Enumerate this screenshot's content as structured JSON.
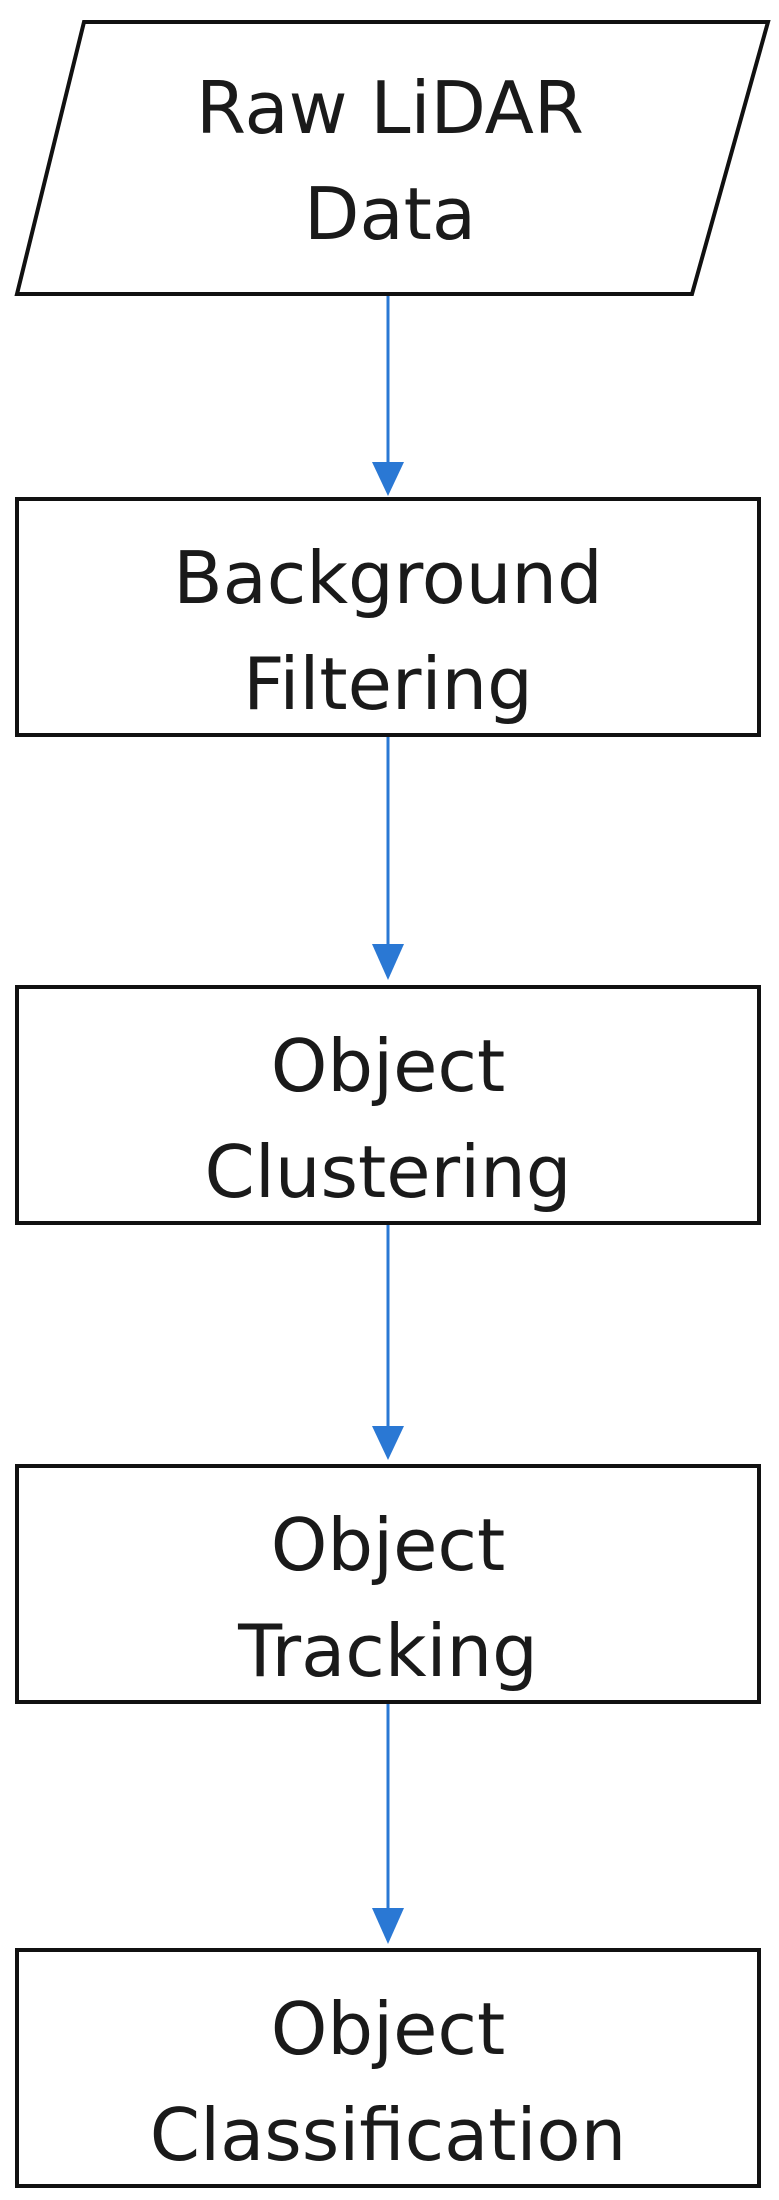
{
  "flowchart": {
    "nodes": [
      {
        "id": "raw-lidar-data",
        "shape": "parallelogram",
        "lines": [
          "Raw LiDAR",
          "Data"
        ]
      },
      {
        "id": "background-filtering",
        "shape": "rectangle",
        "lines": [
          "Background",
          "Filtering"
        ]
      },
      {
        "id": "object-clustering",
        "shape": "rectangle",
        "lines": [
          "Object",
          "Clustering"
        ]
      },
      {
        "id": "object-tracking",
        "shape": "rectangle",
        "lines": [
          "Object",
          "Tracking"
        ]
      },
      {
        "id": "object-classification",
        "shape": "rectangle",
        "lines": [
          "Object",
          "Classification"
        ]
      }
    ],
    "edges": [
      {
        "from": "raw-lidar-data",
        "to": "background-filtering"
      },
      {
        "from": "background-filtering",
        "to": "object-clustering"
      },
      {
        "from": "object-clustering",
        "to": "object-tracking"
      },
      {
        "from": "object-tracking",
        "to": "object-classification"
      }
    ],
    "colors": {
      "box_stroke": "#111111",
      "box_fill": "#ffffff",
      "arrow": "#2a78d4",
      "text": "#1a1a1a"
    }
  }
}
